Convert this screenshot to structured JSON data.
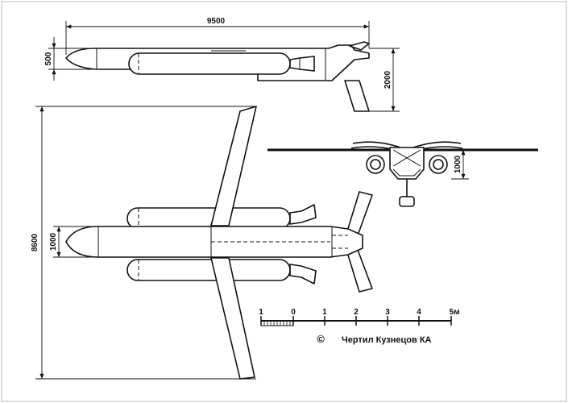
{
  "dimensions": {
    "length": "9500",
    "height_body": "500",
    "height_total": "2000",
    "wingspan": "8600",
    "body_width": "1000",
    "front_height": "1000"
  },
  "scale_bar": {
    "labels": [
      "1",
      "0",
      "1",
      "2",
      "3",
      "4",
      "5м"
    ]
  },
  "credit": {
    "symbol": "©",
    "text": "Чертил Кузнецов КА"
  }
}
